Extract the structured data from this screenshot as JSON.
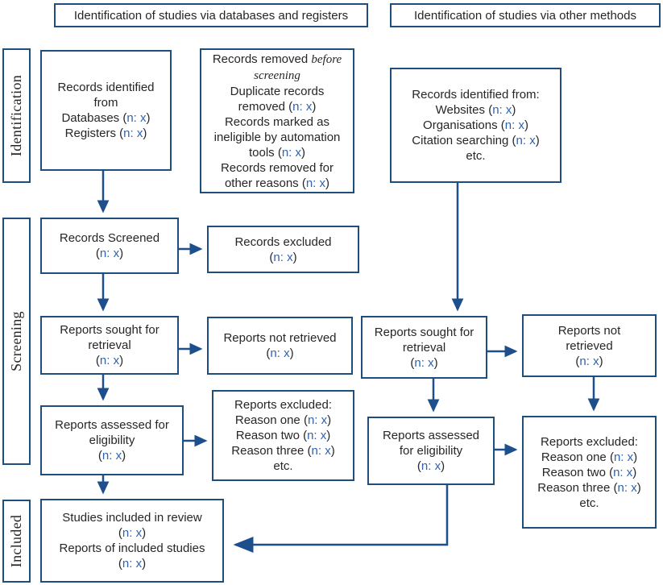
{
  "colors": {
    "border": "#1f4e7c",
    "arrow": "#1d4f8c",
    "text": "#262626",
    "nx": "#2f62ad",
    "bg": "#ffffff"
  },
  "headers": {
    "left": "Identification of studies via databases and registers",
    "right": "Identification of studies via other methods"
  },
  "sidebar": [
    {
      "id": "identification",
      "label": "Identification"
    },
    {
      "id": "screening",
      "label": "Screening"
    },
    {
      "id": "included",
      "label": "Included"
    }
  ],
  "boxes": {
    "records_identified_db": {
      "lines": [
        "Records identified",
        "from",
        "Databases (n: x)",
        "Registers (n: x)"
      ]
    },
    "records_removed": {
      "lines": [
        "Records removed {i}before{/i}",
        "{i}screening{/i}",
        "Duplicate records",
        "removed (n: x)",
        "Records marked as",
        "ineligible by automation",
        "tools (n: x)",
        "Records removed for",
        "other reasons (n: x)"
      ]
    },
    "records_identified_other": {
      "lines": [
        "Records identified from:",
        "Websites (n: x)",
        "Organisations (n: x)",
        "Citation searching (n: x)",
        "etc."
      ]
    },
    "records_screened": {
      "lines": [
        "Records Screened",
        "(n: x)"
      ]
    },
    "records_excluded": {
      "lines": [
        "Records excluded",
        "(n: x)"
      ]
    },
    "reports_sought_left": {
      "lines": [
        "Reports sought for",
        "retrieval",
        "(n: x)"
      ]
    },
    "reports_not_retrieved_left": {
      "lines": [
        "Reports not retrieved",
        "(n: x)"
      ]
    },
    "reports_sought_right": {
      "lines": [
        "Reports sought for",
        "retrieval",
        "(n: x)"
      ]
    },
    "reports_not_retrieved_right": {
      "lines": [
        "Reports not",
        "retrieved",
        "(n: x)"
      ]
    },
    "reports_assessed_left": {
      "lines": [
        "Reports assessed for",
        "eligibility",
        "(n: x)"
      ]
    },
    "reports_excluded_left": {
      "lines": [
        "Reports excluded:",
        "Reason one (n: x)",
        "Reason two (n: x)",
        "Reason three (n: x)",
        "etc."
      ]
    },
    "reports_assessed_right": {
      "lines": [
        "Reports assessed",
        "for eligibility",
        "(n: x)"
      ]
    },
    "reports_excluded_right": {
      "lines": [
        "Reports excluded:",
        "Reason one (n: x)",
        "Reason two (n: x)",
        "Reason three (n: x)",
        "etc."
      ]
    },
    "studies_included": {
      "lines": [
        "Studies included in review",
        "(n: x)",
        "Reports of included studies",
        "(n: x)"
      ]
    }
  }
}
